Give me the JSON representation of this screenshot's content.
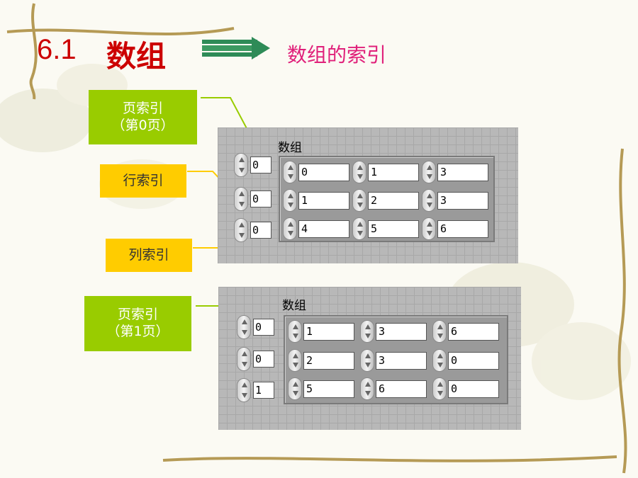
{
  "title": {
    "number": "6.1",
    "text": "数组"
  },
  "subtitle": "数组的索引",
  "callouts": {
    "page0": {
      "line1": "页索引",
      "line2": "（第0页）"
    },
    "row": "行索引",
    "col": "列索引",
    "page1": {
      "line1": "页索引",
      "line2": "（第1页）"
    }
  },
  "panels": [
    {
      "label": "数组",
      "indices": [
        "0",
        "0",
        "0"
      ],
      "rows": [
        [
          "0",
          "1",
          "3"
        ],
        [
          "1",
          "2",
          "3"
        ],
        [
          "4",
          "5",
          "6"
        ]
      ]
    },
    {
      "label": "数组",
      "indices": [
        "0",
        "0",
        "1"
      ],
      "rows": [
        [
          "1",
          "3",
          "6"
        ],
        [
          "2",
          "3",
          "0"
        ],
        [
          "5",
          "6",
          "0"
        ]
      ]
    }
  ],
  "colors": {
    "title": "#cc0000",
    "subtitle": "#e0207a",
    "green_callout": "#99cc00",
    "yellow_callout": "#ffcc00",
    "arrow": "#2e8b57"
  }
}
